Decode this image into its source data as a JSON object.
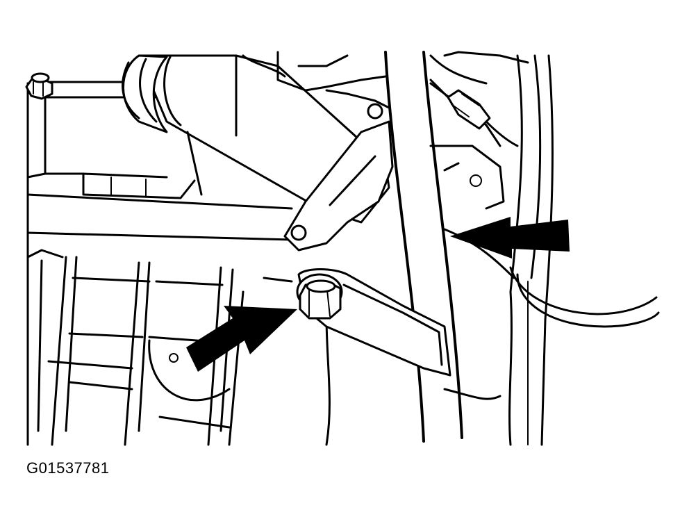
{
  "figure": {
    "code": "G01537781",
    "colors": {
      "line": "#000000",
      "background": "#ffffff",
      "arrow_fill": "#000000"
    },
    "callouts": [
      {
        "name": "bolt-arrow",
        "points_to": "bolt"
      },
      {
        "name": "bracket-arrow",
        "points_to": "vertical-pipe"
      }
    ]
  }
}
